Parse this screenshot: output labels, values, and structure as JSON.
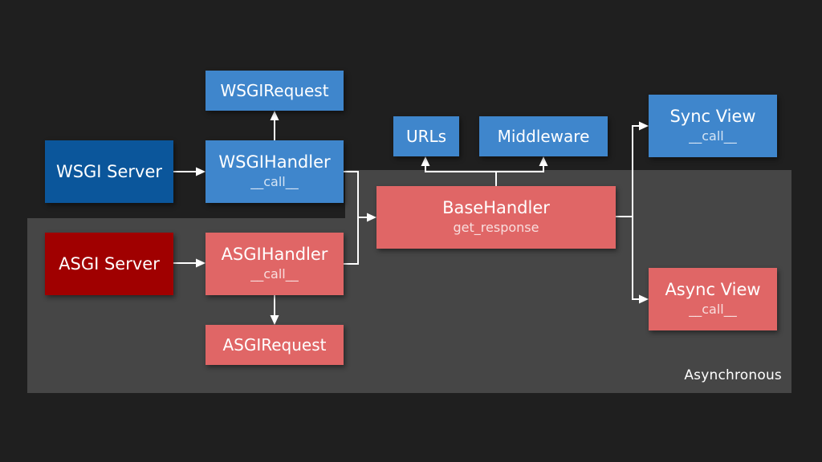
{
  "zone": {
    "label": "Asynchronous",
    "color": "#464646"
  },
  "colors": {
    "background": "#1f1f1f",
    "sync_blue": "#3f86cc",
    "sync_server_navy": "#0b569b",
    "async_red": "#e06666",
    "async_server_darkred": "#a00000",
    "edge": "#ffffff"
  },
  "nodes": {
    "wsgi_server": {
      "title": "WSGI Server"
    },
    "asgi_server": {
      "title": "ASGI Server"
    },
    "wsgi_request": {
      "title": "WSGIRequest"
    },
    "wsgi_handler": {
      "title": "WSGIHandler",
      "method": "__call__"
    },
    "asgi_handler": {
      "title": "ASGIHandler",
      "method": "__call__"
    },
    "asgi_request": {
      "title": "ASGIRequest"
    },
    "urls": {
      "title": "URLs"
    },
    "middleware": {
      "title": "Middleware"
    },
    "base_handler": {
      "title": "BaseHandler",
      "method": "get_response"
    },
    "sync_view": {
      "title": "Sync View",
      "method": "__call__"
    },
    "async_view": {
      "title": "Async View",
      "method": "__call__"
    }
  },
  "edges": [
    {
      "from": "wsgi_server",
      "to": "wsgi_handler"
    },
    {
      "from": "asgi_server",
      "to": "asgi_handler"
    },
    {
      "from": "wsgi_handler",
      "to": "wsgi_request"
    },
    {
      "from": "asgi_handler",
      "to": "asgi_request"
    },
    {
      "from": "wsgi_handler",
      "to": "base_handler"
    },
    {
      "from": "asgi_handler",
      "to": "base_handler"
    },
    {
      "from": "base_handler",
      "to": "urls"
    },
    {
      "from": "base_handler",
      "to": "middleware"
    },
    {
      "from": "base_handler",
      "to": "sync_view"
    },
    {
      "from": "base_handler",
      "to": "async_view"
    }
  ]
}
